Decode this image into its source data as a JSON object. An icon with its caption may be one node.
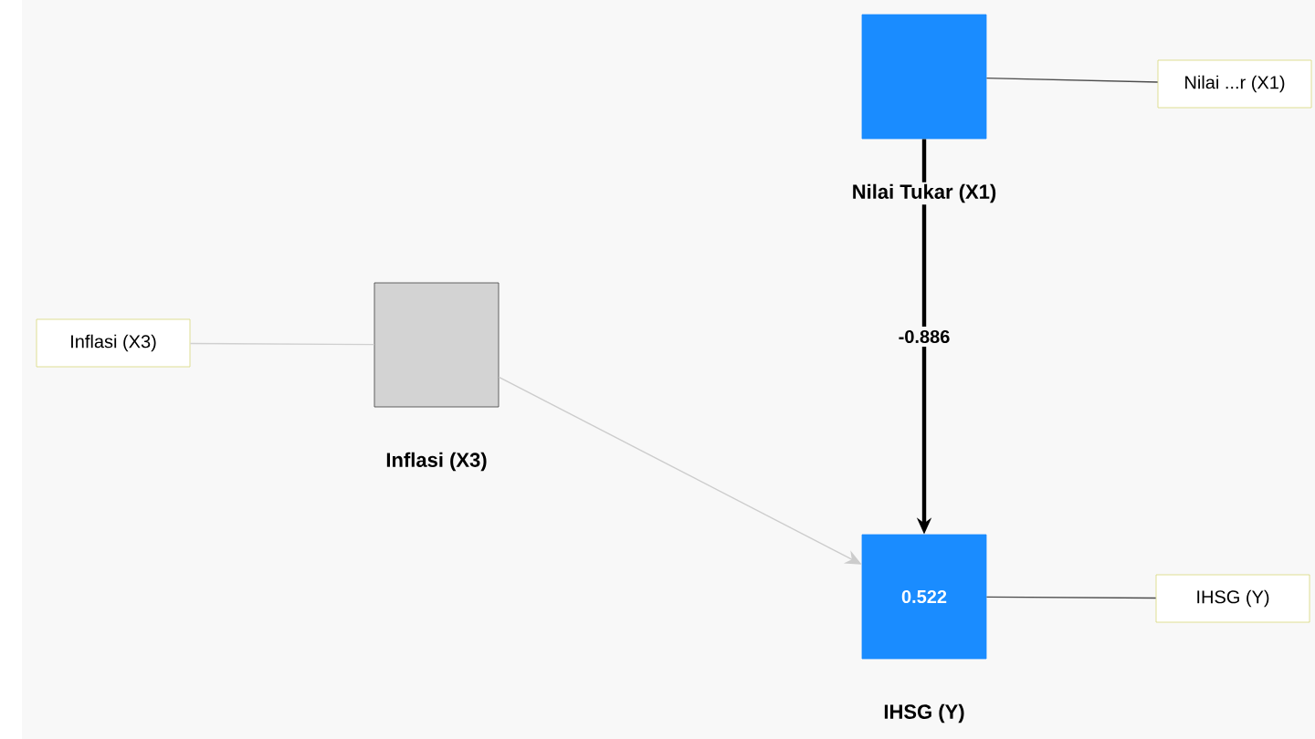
{
  "diagram": {
    "nodes": [
      {
        "text": [
          "Nilai Tukar (X1)"
        ]
      },
      {
        "text": [
          "Nilai ...r (X1)"
        ]
      },
      {
        "text": [
          "Inflasi (X3)"
        ]
      },
      {
        "text": [
          "Inflasi (X3)"
        ]
      },
      {
        "text": [
          "0.522",
          "IHSG (Y)"
        ]
      },
      {
        "text": [
          "IHSG (Y)"
        ]
      }
    ],
    "edges": [
      {
        "from": 0,
        "to": 1,
        "arrow": "none"
      },
      {
        "from": 2,
        "to": 3,
        "arrow": "none",
        "color": "#d0d0d0"
      },
      {
        "from": 0,
        "to": 4,
        "arrow": "to",
        "label": "-0.886",
        "style": "thick",
        "color": "#000000"
      },
      {
        "from": 3,
        "to": 4,
        "arrow": "to",
        "color": "#cccccc"
      },
      {
        "from": 4,
        "to": 5,
        "arrow": "none"
      }
    ]
  }
}
